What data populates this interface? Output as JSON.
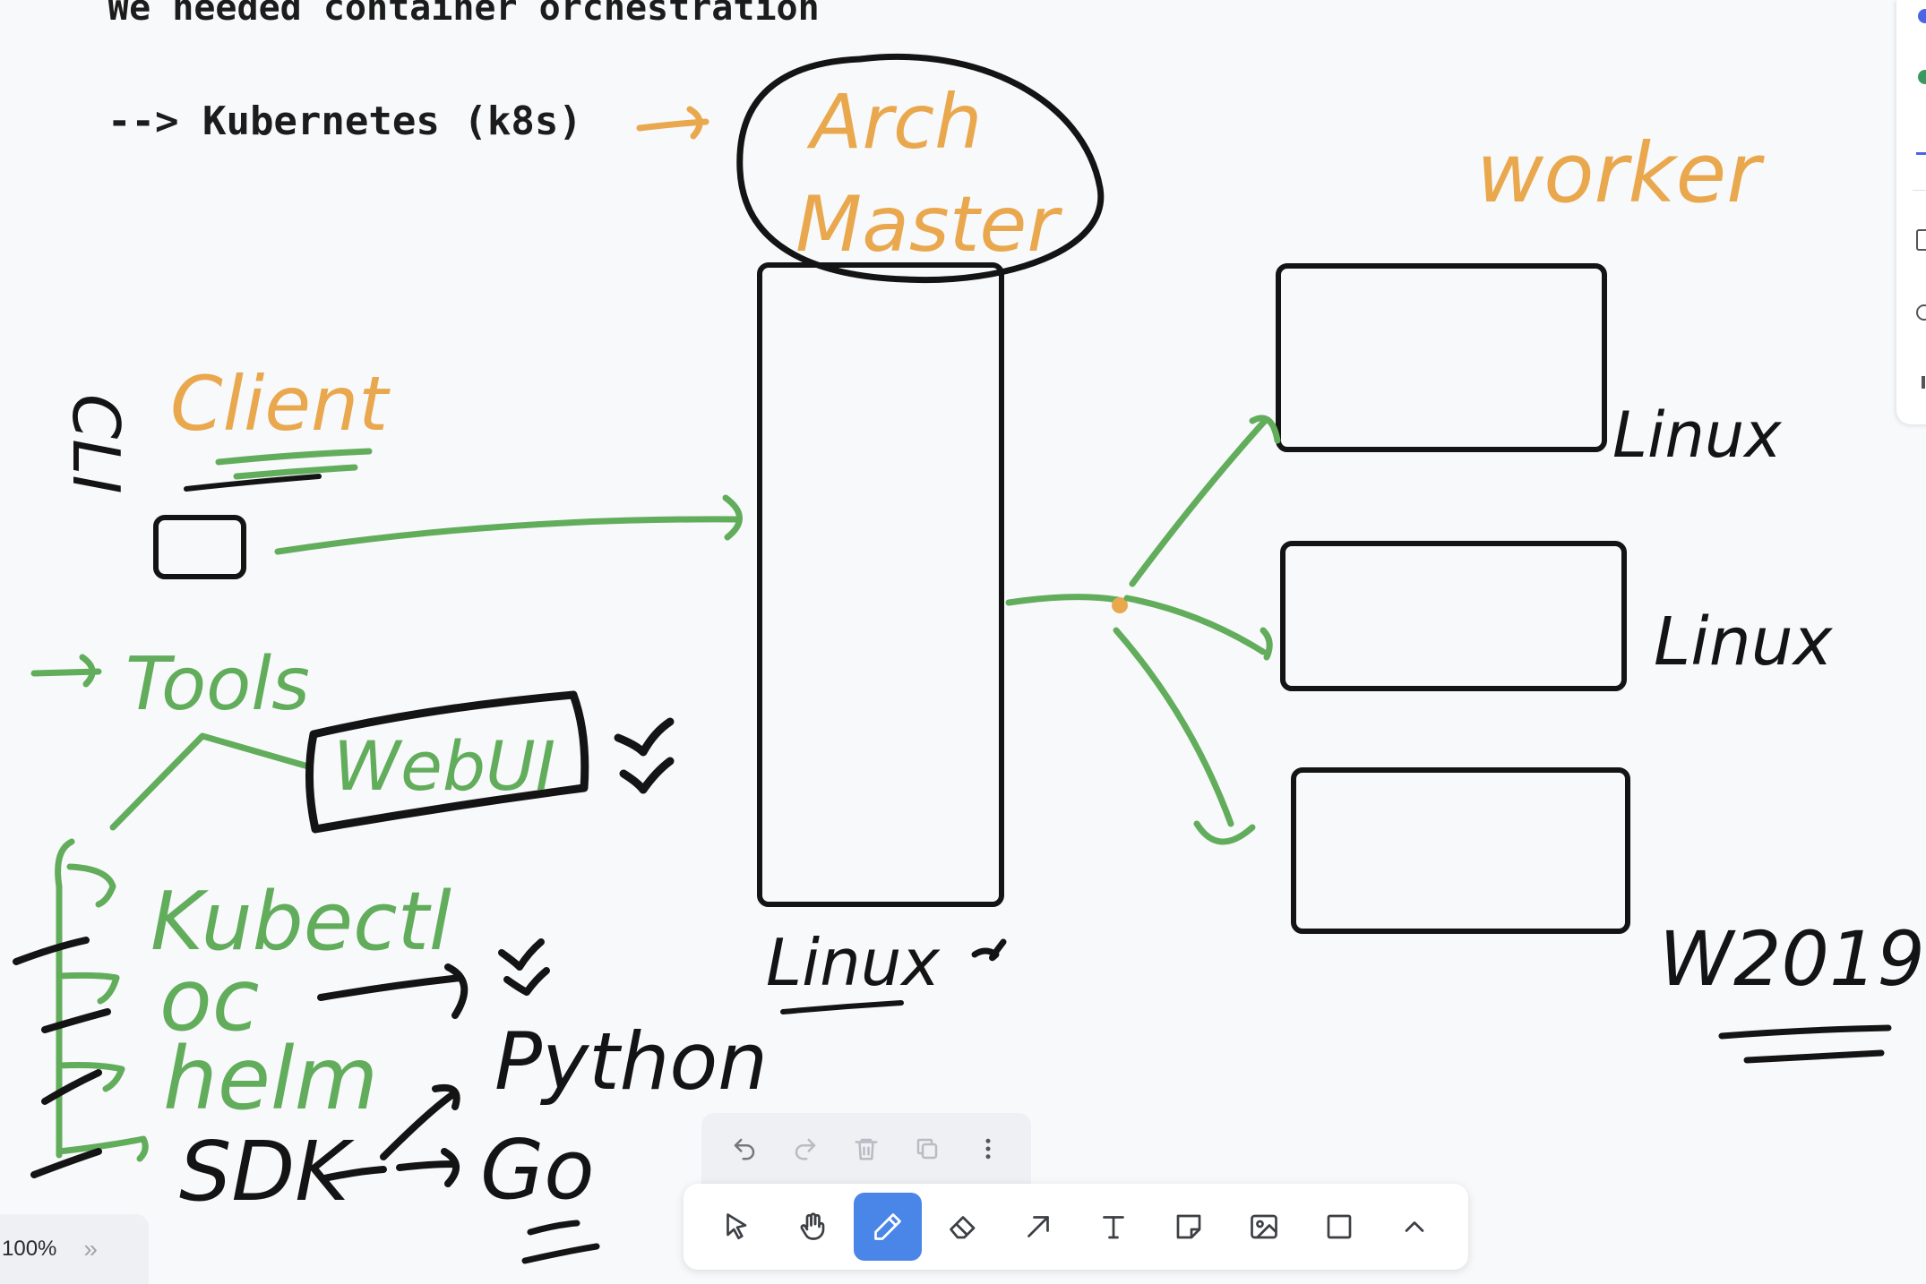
{
  "canvas": {
    "typed_text": {
      "line1": "We needed container orchestration",
      "line2": "--> Kubernetes  (k8s)"
    },
    "handwriting": {
      "arch_master": [
        "Arch",
        "Master"
      ],
      "worker": "worker",
      "client": "Client",
      "cli": "CLI",
      "tools": "Tools",
      "webui": "WebUI",
      "kubectl": "Kubectl",
      "oc": "oc",
      "helm": "helm",
      "sdk": "SDK",
      "python": "Python",
      "go": "Go",
      "master_os": "Linux",
      "worker_os": [
        "Linux",
        "Linux",
        "W2019"
      ],
      "check": "✓"
    },
    "colors": {
      "ink_black": "#141414",
      "ink_green": "#62ad5c",
      "ink_orange": "#e9a84e",
      "accent": "#4a86e8"
    }
  },
  "edit_toolbar": [
    {
      "name": "undo",
      "icon": "undo-icon",
      "enabled": true
    },
    {
      "name": "redo",
      "icon": "redo-icon",
      "enabled": false
    },
    {
      "name": "delete",
      "icon": "trash-icon",
      "enabled": false
    },
    {
      "name": "duplicate",
      "icon": "duplicate-icon",
      "enabled": false
    },
    {
      "name": "more",
      "icon": "more-vertical-icon",
      "enabled": true
    }
  ],
  "main_toolbar": {
    "active_tool": "pen",
    "tools": [
      "select",
      "hand",
      "pen",
      "eraser",
      "arrow",
      "text",
      "sticky-note",
      "image",
      "rectangle",
      "more"
    ]
  },
  "zoom": {
    "level": "100%",
    "collapse_glyph": "»"
  }
}
